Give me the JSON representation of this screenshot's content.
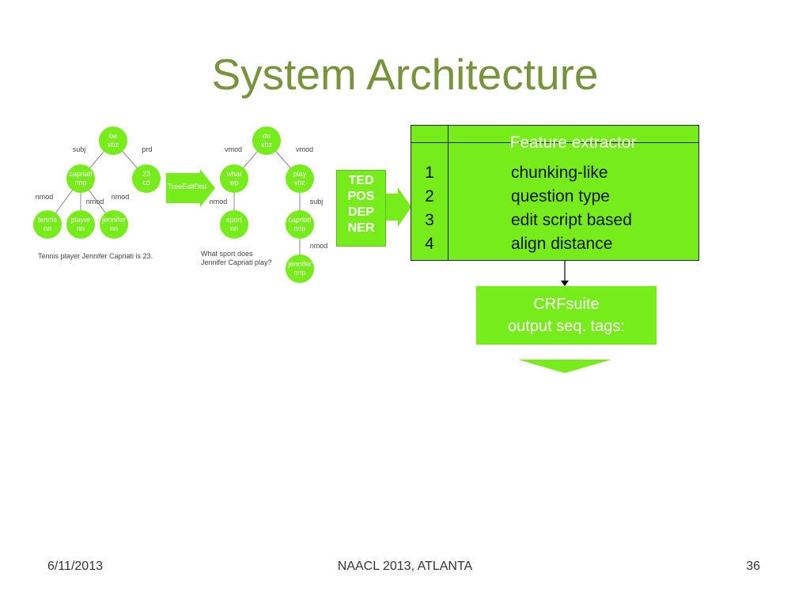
{
  "slide": {
    "title": "System Architecture",
    "footer_date": "6/11/2013",
    "footer_venue": "NAACL 2013, ATLANTA",
    "footer_page": "36"
  },
  "colors": {
    "title": "#77933c",
    "node": "#76ec1a",
    "edge": "#888888"
  },
  "tree1": {
    "nodes": {
      "be": [
        "be",
        "vbz"
      ],
      "capriati": [
        "capriati",
        "nnp"
      ],
      "num23": [
        "23",
        "cd"
      ],
      "tennis": [
        "tennis",
        "nn"
      ],
      "player": [
        "player",
        "nn"
      ],
      "jennifer": [
        "jennifer",
        "nn"
      ]
    },
    "edges": {
      "subj": "subj",
      "prd": "prd",
      "nmod1": "nmod",
      "nmod2": "nmod",
      "nmod3": "nmod"
    },
    "caption": "Tennis player Jennifer Capriati is 23."
  },
  "tree2": {
    "nodes": {
      "do": [
        "do",
        "vbz"
      ],
      "what": [
        "what",
        "wp"
      ],
      "play": [
        "play",
        "vbz"
      ],
      "sport": [
        "sport",
        "nn"
      ],
      "capriati": [
        "capriati",
        "nnp"
      ],
      "jennifer": [
        "jennifer",
        "nnp"
      ]
    },
    "edges": {
      "vmod1": "vmod",
      "vmod2": "vmod",
      "nmod1": "nmod",
      "subj": "subj",
      "nmod2": "nmod"
    },
    "caption_line1": "What sport does",
    "caption_line2": "Jennifer Capriati play?"
  },
  "tree_edit_label": "TreeEditDist",
  "tags": [
    "TED",
    "POS",
    "DEP",
    "NER"
  ],
  "feature_extractor": {
    "header": "Feature extractor",
    "rows": [
      {
        "num": "1",
        "label": "chunking-like"
      },
      {
        "num": "2",
        "label": "question type"
      },
      {
        "num": "3",
        "label": "edit script based"
      },
      {
        "num": "4",
        "label": "align distance"
      }
    ]
  },
  "crf": {
    "line1": "CRFsuite",
    "line2": "output seq. tags:"
  }
}
